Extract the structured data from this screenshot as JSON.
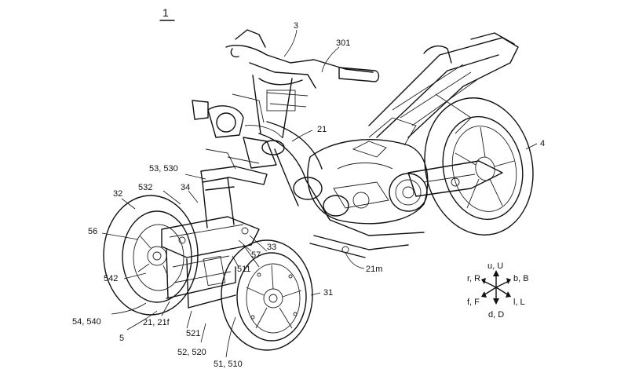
{
  "figure_number": "1",
  "labels": {
    "l3": "3",
    "l301": "301",
    "l21": "21",
    "l4": "4",
    "l53_530": "53, 530",
    "l532": "532",
    "l34": "34",
    "l32": "32",
    "l56": "56",
    "l57": "57",
    "l33": "33",
    "l511": "511",
    "l21m": "21m",
    "l542": "542",
    "l31": "31",
    "l54_540": "54, 540",
    "l21_21f": "21, 21f",
    "l521": "521",
    "l5": "5",
    "l52_520": "52, 520",
    "l51_510": "51, 510"
  },
  "compass": {
    "up": "u, U",
    "left": "r, R",
    "right": "b, B",
    "down_left": "f, F",
    "down_right": "l, L",
    "down": "d, D"
  }
}
